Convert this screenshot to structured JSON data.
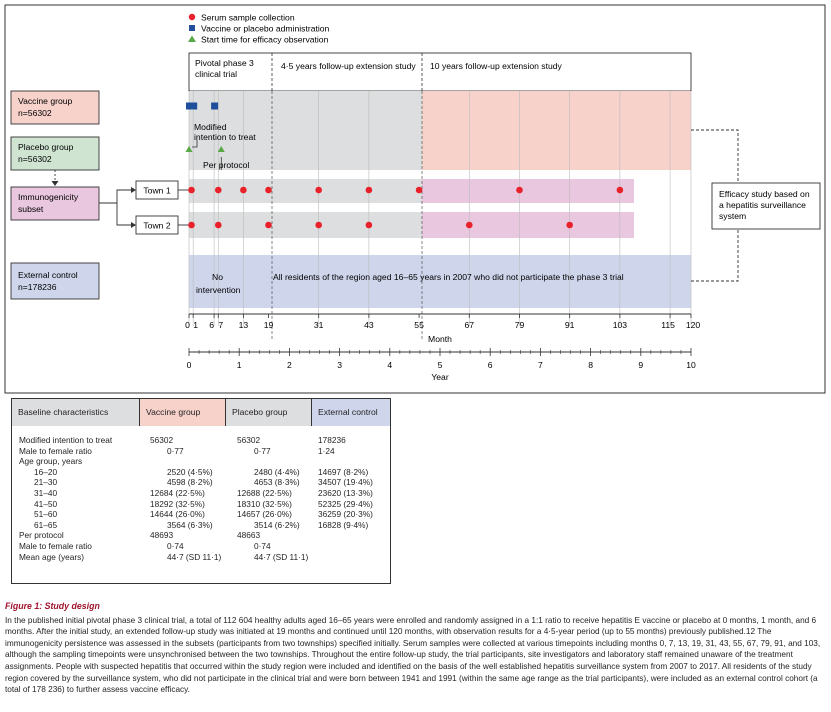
{
  "legend": [
    {
      "label": "Serum sample collection",
      "marker": "circle",
      "color": "#e8212a"
    },
    {
      "label": "Vaccine or placebo administration",
      "marker": "square",
      "color": "#1f4e9c"
    },
    {
      "label": "Start time for efficacy observation",
      "marker": "triangle",
      "color": "#58a845"
    }
  ],
  "phases": {
    "pivotal": "Pivotal phase 3 clinical trial",
    "followup45": "4·5 years follow-up extension study",
    "followup10": "10 years follow-up extension study"
  },
  "groups": {
    "vaccine": {
      "title": "Vaccine group",
      "n": "n=56302"
    },
    "placebo": {
      "title": "Placebo group",
      "n": "n=56302"
    },
    "immuno": {
      "title": "Immunogenicity subset"
    },
    "external": {
      "title": "External control",
      "n": "n=178236"
    }
  },
  "towns": {
    "town1": "Town 1",
    "town2": "Town 2"
  },
  "annotations": {
    "mitt": "Modified intention to treat",
    "per_protocol": "Per protocol",
    "no_intervention": "No intervention",
    "residents": "All residents of the region aged 16–65 years in 2007 who did not participate the phase 3 trial",
    "efficacy": "Efficacy study based on a hepatitis surveillance system"
  },
  "timeline": {
    "month_ticks": [
      "0",
      "1",
      "6",
      "7",
      "13",
      "19",
      "31",
      "43",
      "55",
      "67",
      "79",
      "91",
      "103",
      "115",
      "120"
    ],
    "month_label": "Month",
    "year_ticks": [
      "0",
      "1",
      "2",
      "3",
      "4",
      "5",
      "6",
      "7",
      "8",
      "9",
      "10"
    ],
    "year_label": "Year",
    "town1_samples": [
      0,
      7,
      13,
      19,
      31,
      43,
      55,
      79,
      103
    ],
    "town2_samples": [
      0,
      7,
      19,
      31,
      43,
      67,
      91
    ],
    "dose_months": [
      0,
      1,
      6
    ],
    "efficacy_start_months": [
      0,
      7
    ]
  },
  "table": {
    "headers": [
      "Baseline characteristics",
      "Vaccine group",
      "Placebo group",
      "External control"
    ],
    "header_colors": [
      "#dcdedf",
      "#f6d2cb",
      "#dcdedf",
      "#cfd6ec"
    ],
    "rows": [
      {
        "label": "Modified intention to treat",
        "indent": false,
        "v": "56302",
        "p": "56302",
        "e": "178236"
      },
      {
        "label": "Male to female ratio",
        "indent": false,
        "v": "0·77",
        "p": "0·77",
        "e": "1·24",
        "center": true
      },
      {
        "label": "Age group, years",
        "indent": false,
        "v": "",
        "p": "",
        "e": ""
      },
      {
        "label": "16–20",
        "indent": true,
        "v": "2520 (4·5%)",
        "p": "2480 (4·4%)",
        "e": "14697 (8·2%)",
        "right": true
      },
      {
        "label": "21–30",
        "indent": true,
        "v": "4598 (8·2%)",
        "p": "4653 (8·3%)",
        "e": "34507 (19·4%)",
        "right": true
      },
      {
        "label": "31–40",
        "indent": true,
        "v": "12684 (22·5%)",
        "p": "12688 (22·5%)",
        "e": "23620 (13·3%)"
      },
      {
        "label": "41–50",
        "indent": true,
        "v": "18292 (32·5%)",
        "p": "18310 (32·5%)",
        "e": "52325 (29·4%)"
      },
      {
        "label": "51–60",
        "indent": true,
        "v": "14644 (26·0%)",
        "p": "14657 (26·0%)",
        "e": "36259 (20·3%)"
      },
      {
        "label": "61–65",
        "indent": true,
        "v": "3564 (6·3%)",
        "p": "3514 (6·2%)",
        "e": "16828 (9·4%)",
        "right": true
      },
      {
        "label": "Per protocol",
        "indent": false,
        "v": "48693",
        "p": "48663",
        "e": ""
      },
      {
        "label": "Male to female ratio",
        "indent": false,
        "v": "0·74",
        "p": "0·74",
        "e": "",
        "center": true
      },
      {
        "label": "Mean age (years)",
        "indent": false,
        "v": "44·7 (SD 11·1)",
        "p": "44·7 (SD 11·1)",
        "e": "",
        "center": true
      }
    ]
  },
  "caption": {
    "title": "Figure 1: Study design",
    "text": "In the published initial pivotal phase 3 clinical trial, a total of 112 604 healthy adults aged 16–65 years were enrolled and randomly assigned in a 1:1 ratio to receive hepatitis E vaccine or placebo at 0 months, 1 month, and 6 months. After the initial study, an extended follow-up study was initiated at 19 months and continued until 120 months, with observation results for a 4·5-year period (up to 55 months) previously published.12 The immunogenicity persistence was assessed in the subsets (participants from two townships) specified initially. Serum samples were collected at various timepoints including months 0, 7, 13, 19, 31, 43, 55, 67, 79, 91, and 103, although the sampling timepoints were unsynchronised between the two townships. Throughout the entire follow-up study, the trial participants, site investigators and laboratory staff remained unaware of the treatment assignments. People with suspected hepatitis that occurred within the study region were included and identified on the basis of the well established hepatitis surveillance system from 2007 to 2017. All residents of the study region covered by the surveillance system, who did not participate in the clinical trial and were born between 1941 and 1991 (within the same age range as the trial participants), were included as an external control cohort (a total of 178 236) to further assess vaccine efficacy."
  },
  "colors": {
    "red": "#e8212a",
    "blue": "#1f4e9c",
    "green": "#58a845",
    "pink": "#f6d2cb",
    "gray": "#dcdedf",
    "lavender": "#cfd6ec",
    "mint": "#cfe5d2",
    "mauve": "#e8c7df",
    "caption_title": "#a0122d"
  }
}
